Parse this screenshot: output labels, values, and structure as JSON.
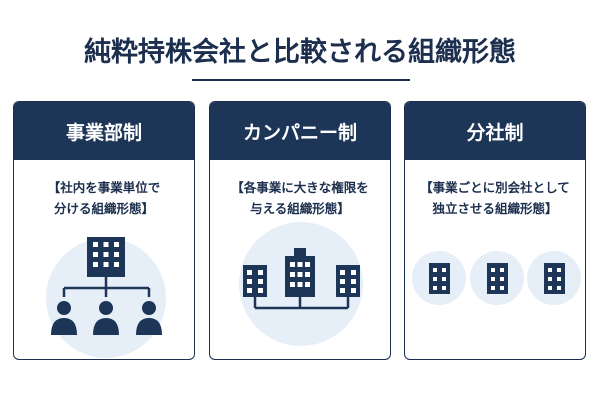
{
  "title": "純粋持株会社と比較される組織形態",
  "cards": [
    {
      "heading": "事業部制",
      "description": [
        "【社内を事業単位で",
        "分ける組織形態】"
      ],
      "illustration": "org-tree-icon"
    },
    {
      "heading": "カンパニー制",
      "description": [
        "【各事業に大きな権限を",
        "与える組織形態】"
      ],
      "illustration": "linked-buildings-icon"
    },
    {
      "heading": "分社制",
      "description": [
        "【事業ごとに別会社として",
        "独立させる組織形態】"
      ],
      "illustration": "separate-buildings-icon"
    }
  ],
  "colors": {
    "navy": "#1d3557",
    "circle_bg": "#e6eef8",
    "background": "#ffffff"
  }
}
